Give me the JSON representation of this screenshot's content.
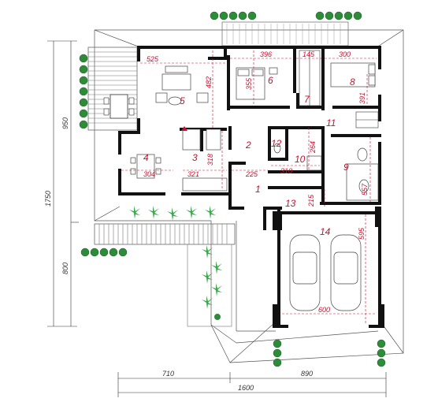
{
  "rooms": [
    {
      "id": "1",
      "label": "1"
    },
    {
      "id": "2",
      "label": "2"
    },
    {
      "id": "3",
      "label": "3"
    },
    {
      "id": "4",
      "label": "4"
    },
    {
      "id": "5",
      "label": "5"
    },
    {
      "id": "6",
      "label": "6"
    },
    {
      "id": "7",
      "label": "7"
    },
    {
      "id": "8",
      "label": "8"
    },
    {
      "id": "9",
      "label": "9"
    },
    {
      "id": "10",
      "label": "10"
    },
    {
      "id": "11",
      "label": "11"
    },
    {
      "id": "12",
      "label": "12"
    },
    {
      "id": "13",
      "label": "13"
    },
    {
      "id": "14",
      "label": "14"
    }
  ],
  "room_dims": {
    "d525": "525",
    "d482": "482",
    "d396": "396",
    "d145": "145",
    "d300": "300",
    "d355": "355",
    "d391": "391",
    "d304": "304",
    "d321": "321",
    "d318": "318",
    "d225": "225",
    "d310": "310",
    "d264": "264",
    "d557": "557",
    "d215": "215",
    "d595": "595",
    "d600": "600"
  },
  "outer_dims": {
    "left_total": "1750",
    "left_upper": "950",
    "left_lower": "800",
    "bottom_left": "710",
    "bottom_right": "890",
    "bottom_total": "1600"
  }
}
